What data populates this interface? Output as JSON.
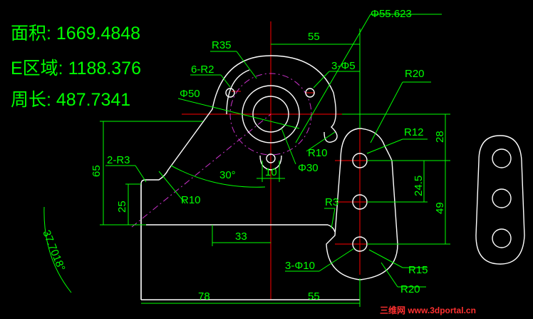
{
  "properties": {
    "area": "面积: 1669.4848",
    "region": "E区域: 1188.376",
    "perimeter": "周长: 487.7341"
  },
  "dimensions": {
    "d55_623": "Φ55.623",
    "d55_top": "55",
    "r35": "R35",
    "six_r2": "6-R2",
    "three_phi5": "3-Φ5",
    "phi50": "Φ50",
    "r20_top": "R20",
    "r12": "R12",
    "d28": "28",
    "r10_mid": "R10",
    "phi30": "Φ30",
    "d10": "10",
    "d65": "65",
    "two_r3": "2-R3",
    "angle30": "30°",
    "d24_5": "24.5",
    "r10_left": "R10",
    "d25": "25",
    "r3": "R3",
    "d49": "49",
    "d33": "33",
    "d37_7": "37.7018°",
    "three_phi10": "3-Φ10",
    "r15": "R15",
    "r20_bottom": "R20",
    "d78": "78",
    "d55_bottom": "55"
  },
  "watermark": "三维网 www.3dportal.cn",
  "colors": {
    "background": "#000000",
    "dimension": "#00ff00",
    "geometry": "#ffffff",
    "centerline": "#ff0000",
    "construction": "#cc33cc",
    "watermark": "#ff3030"
  }
}
